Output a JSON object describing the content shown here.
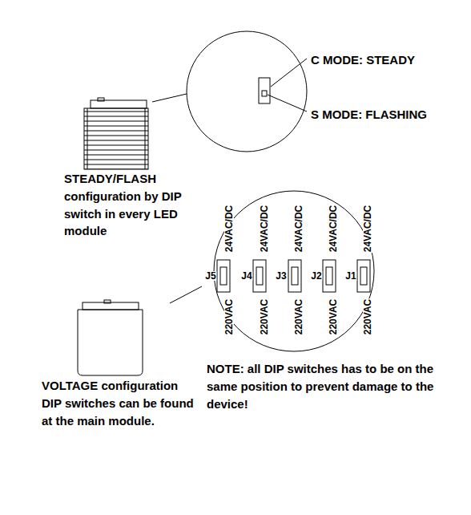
{
  "diagram": {
    "labels": [
      "C MODE: STEADY",
      "S MODE: FLASHING",
      "STEADY/FLASH configuration by DIP switch in every LED module",
      "24VAC/DC",
      "24VAC/DC",
      "24VAC/DC",
      "24VAC/DC",
      "24VAC/DC",
      "J5",
      "J4",
      "J3",
      "J2",
      "J1",
      "220VAC",
      "220VAC",
      "220VAC",
      "220VAC",
      "220VAC",
      "VOLTAGE configuration DIP switches can be found at the main module.",
      "NOTE: all DIP switches has to be on the same position to prevent damage to the device!"
    ]
  }
}
